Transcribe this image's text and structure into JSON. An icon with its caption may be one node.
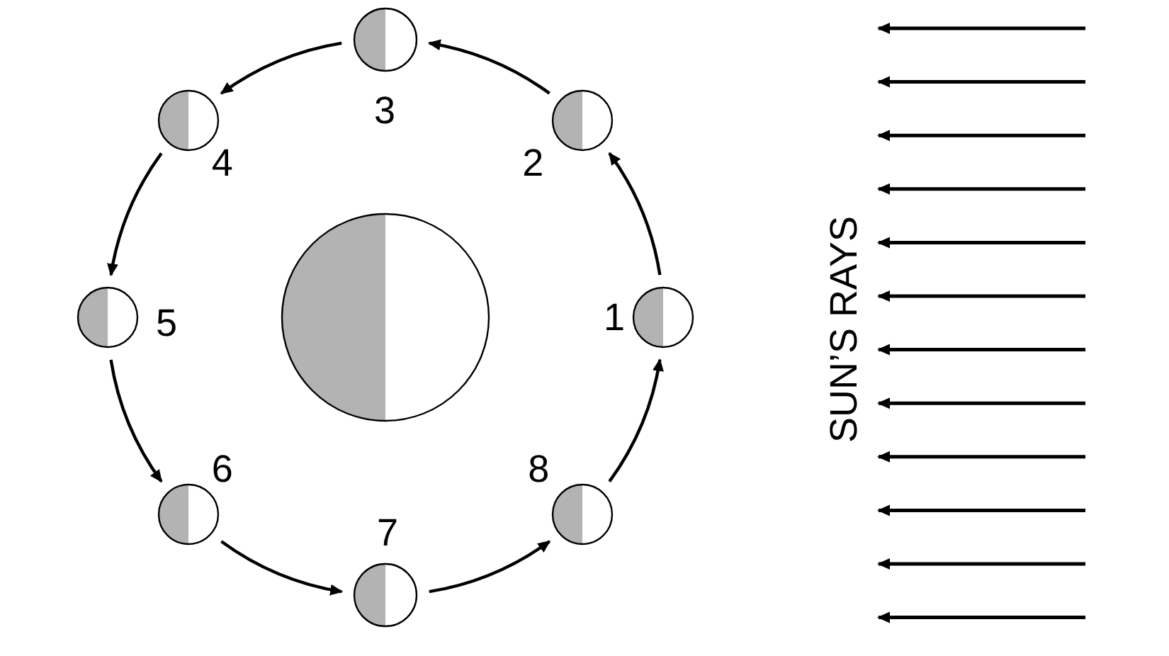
{
  "diagram": {
    "nodes": [
      {
        "text": [
          "1"
        ]
      },
      {
        "text": [
          "2"
        ]
      },
      {
        "text": [
          "3"
        ]
      },
      {
        "text": [
          "4"
        ]
      },
      {
        "text": [
          "5"
        ]
      },
      {
        "text": [
          "6"
        ]
      },
      {
        "text": [
          "7"
        ]
      },
      {
        "text": [
          "8"
        ]
      },
      {
        "text": [],
        "shape": "circle"
      }
    ],
    "edges": [
      {
        "from": 0,
        "to": 1,
        "arrow": "to"
      },
      {
        "from": 1,
        "to": 2,
        "arrow": "to"
      },
      {
        "from": 2,
        "to": 3,
        "arrow": "to"
      },
      {
        "from": 3,
        "to": 4,
        "arrow": "to"
      },
      {
        "from": 4,
        "to": 5,
        "arrow": "to"
      },
      {
        "from": 5,
        "to": 6,
        "arrow": "to"
      },
      {
        "from": 6,
        "to": 7,
        "arrow": "to"
      },
      {
        "from": 7,
        "to": 0,
        "arrow": "to"
      }
    ],
    "labels": [
      "SUN’S RAYS"
    ]
  }
}
